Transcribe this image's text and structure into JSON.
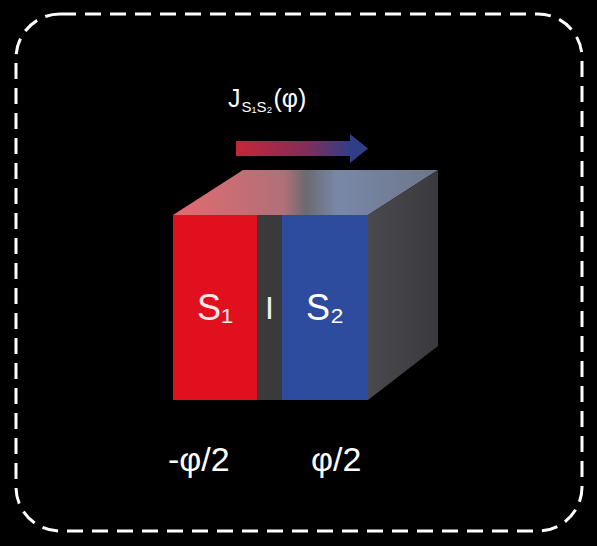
{
  "diagram": {
    "nodes": [
      {
        "text": [
          "S₁"
        ]
      },
      {
        "text": [
          "I"
        ]
      },
      {
        "text": [
          "S₂"
        ]
      }
    ],
    "labels": [
      "J",
      "S₁S₂",
      "(φ)",
      "-φ/2",
      "φ/2"
    ]
  }
}
